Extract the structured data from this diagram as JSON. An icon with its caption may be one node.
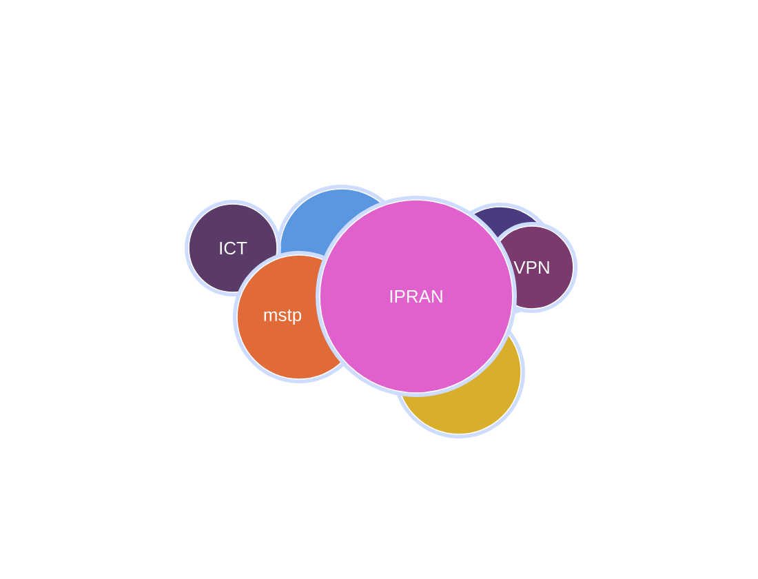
{
  "diagram": {
    "nodes": [
      {
        "text": [
          "ICT"
        ]
      },
      {
        "text": [
          "mstp"
        ]
      },
      {
        "text": [],
        "shape": "circle"
      },
      {
        "text": [
          "IPRAN"
        ]
      },
      {
        "text": [],
        "shape": "circle"
      },
      {
        "text": [],
        "shape": "circle"
      },
      {
        "text": [
          "VPN"
        ]
      }
    ]
  }
}
